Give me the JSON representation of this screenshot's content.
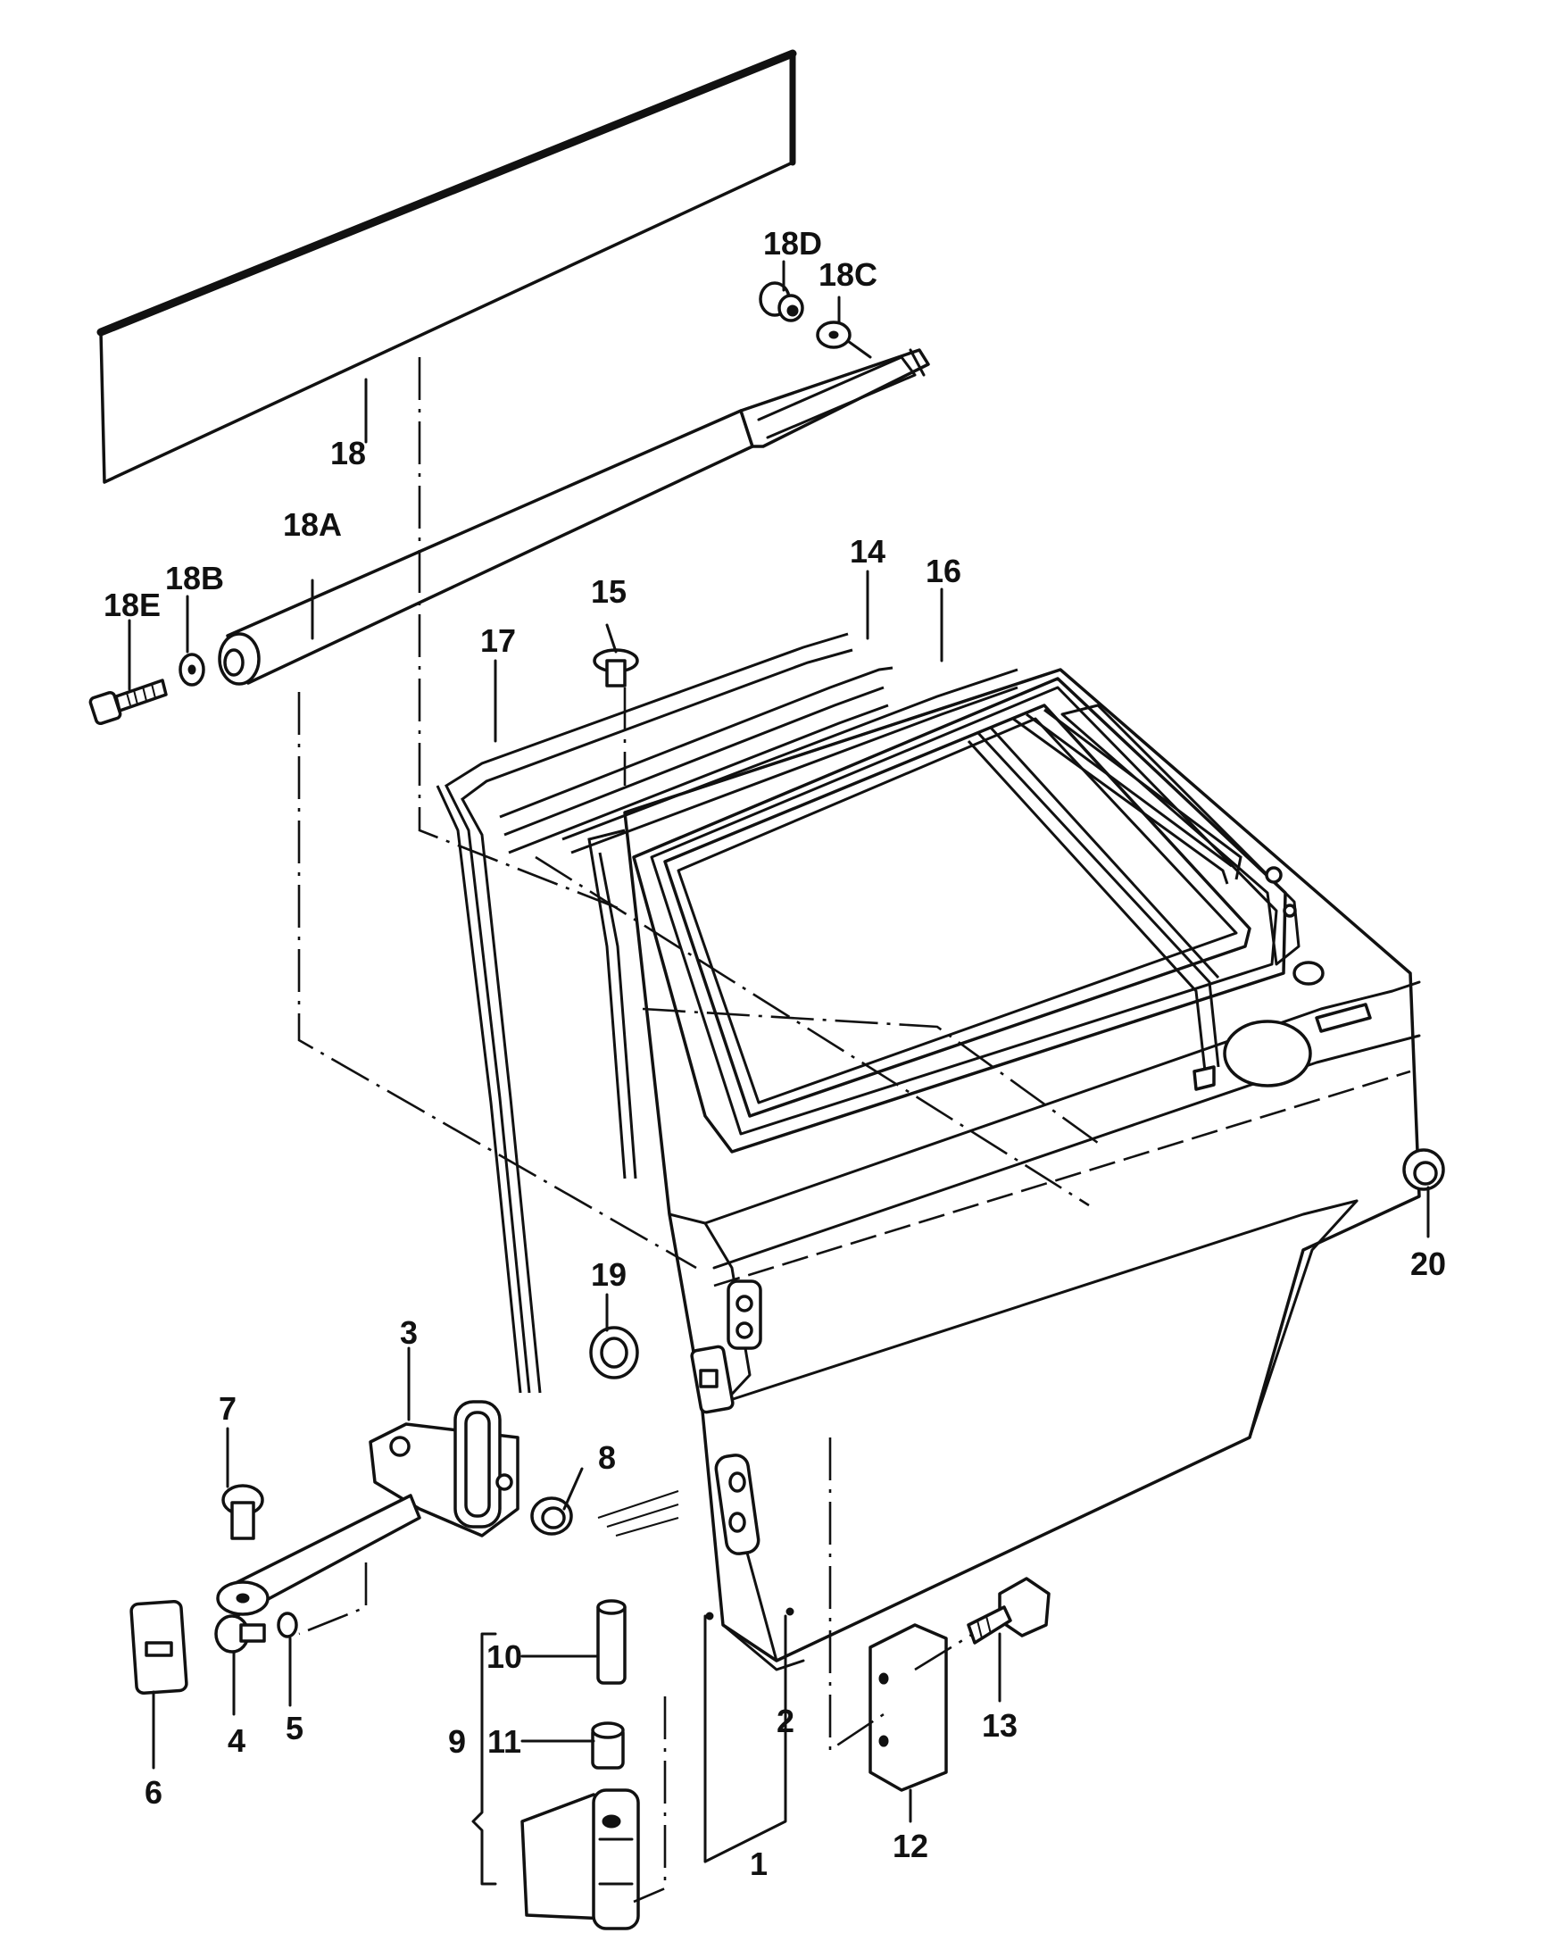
{
  "diagram": {
    "labels": {
      "p1": "1",
      "p2": "2",
      "p3": "3",
      "p4": "4",
      "p5": "5",
      "p6": "6",
      "p7": "7",
      "p8": "8",
      "p9": "9",
      "p10": "10",
      "p11": "11",
      "p12": "12",
      "p13": "13",
      "p14": "14",
      "p15": "15",
      "p16": "16",
      "p17": "17",
      "p18": "18",
      "p18A": "18A",
      "p18B": "18B",
      "p18C": "18C",
      "p18D": "18D",
      "p18E": "18E",
      "p19": "19",
      "p20": "20"
    }
  }
}
